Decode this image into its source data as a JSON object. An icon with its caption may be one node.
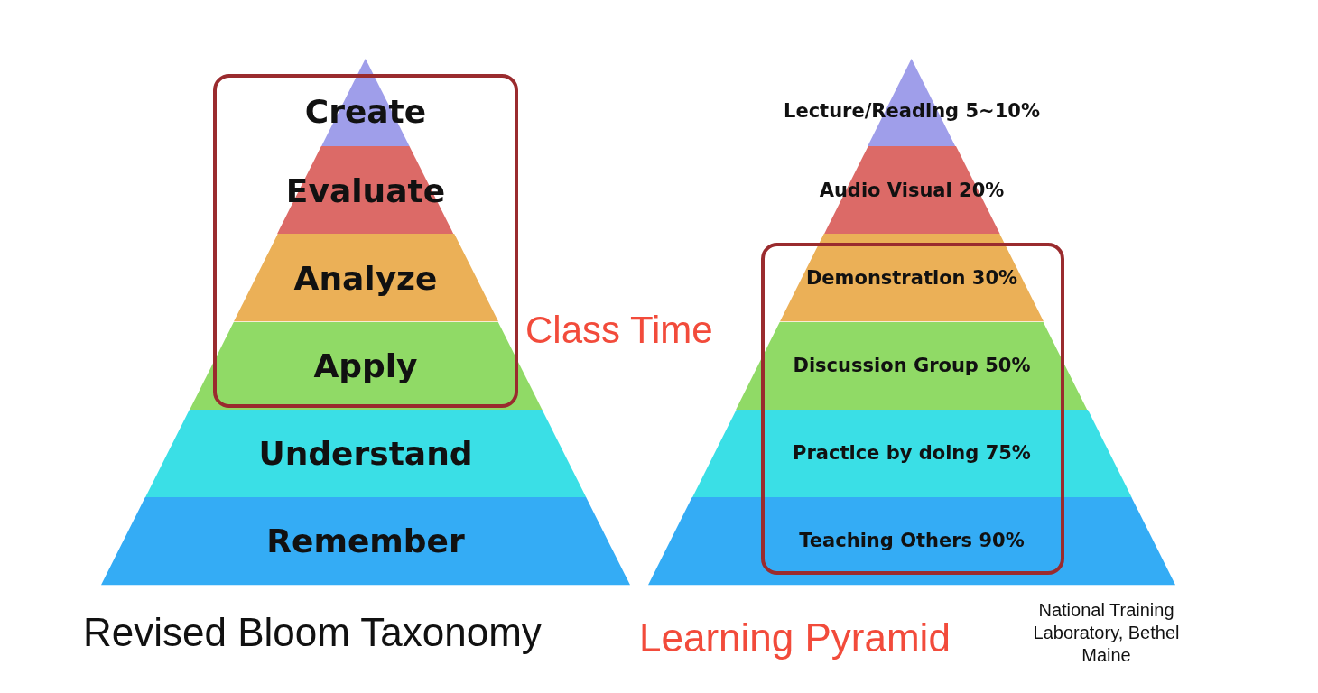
{
  "diagram": {
    "nodes": [
      {
        "text": [
          "Create"
        ]
      },
      {
        "text": [
          "Evaluate"
        ]
      },
      {
        "text": [
          "Analyze"
        ]
      },
      {
        "text": [
          "Apply"
        ]
      },
      {
        "text": [
          "Understand"
        ]
      },
      {
        "text": [
          "Remember"
        ]
      },
      {
        "text": [
          "Lecture/Reading 5~10%"
        ]
      },
      {
        "text": [
          "Audio Visual 20%"
        ]
      },
      {
        "text": [
          "Demonstration 30%"
        ]
      },
      {
        "text": [
          "Discussion Group 50%"
        ]
      },
      {
        "text": [
          "Practice by doing 75%"
        ]
      },
      {
        "text": [
          "Teaching Others 90%"
        ]
      }
    ],
    "labels": [
      "Class Time",
      "Revised Bloom Taxonomy",
      "Learning Pyramid",
      "National Training Laboratory, Bethel Maine"
    ]
  }
}
